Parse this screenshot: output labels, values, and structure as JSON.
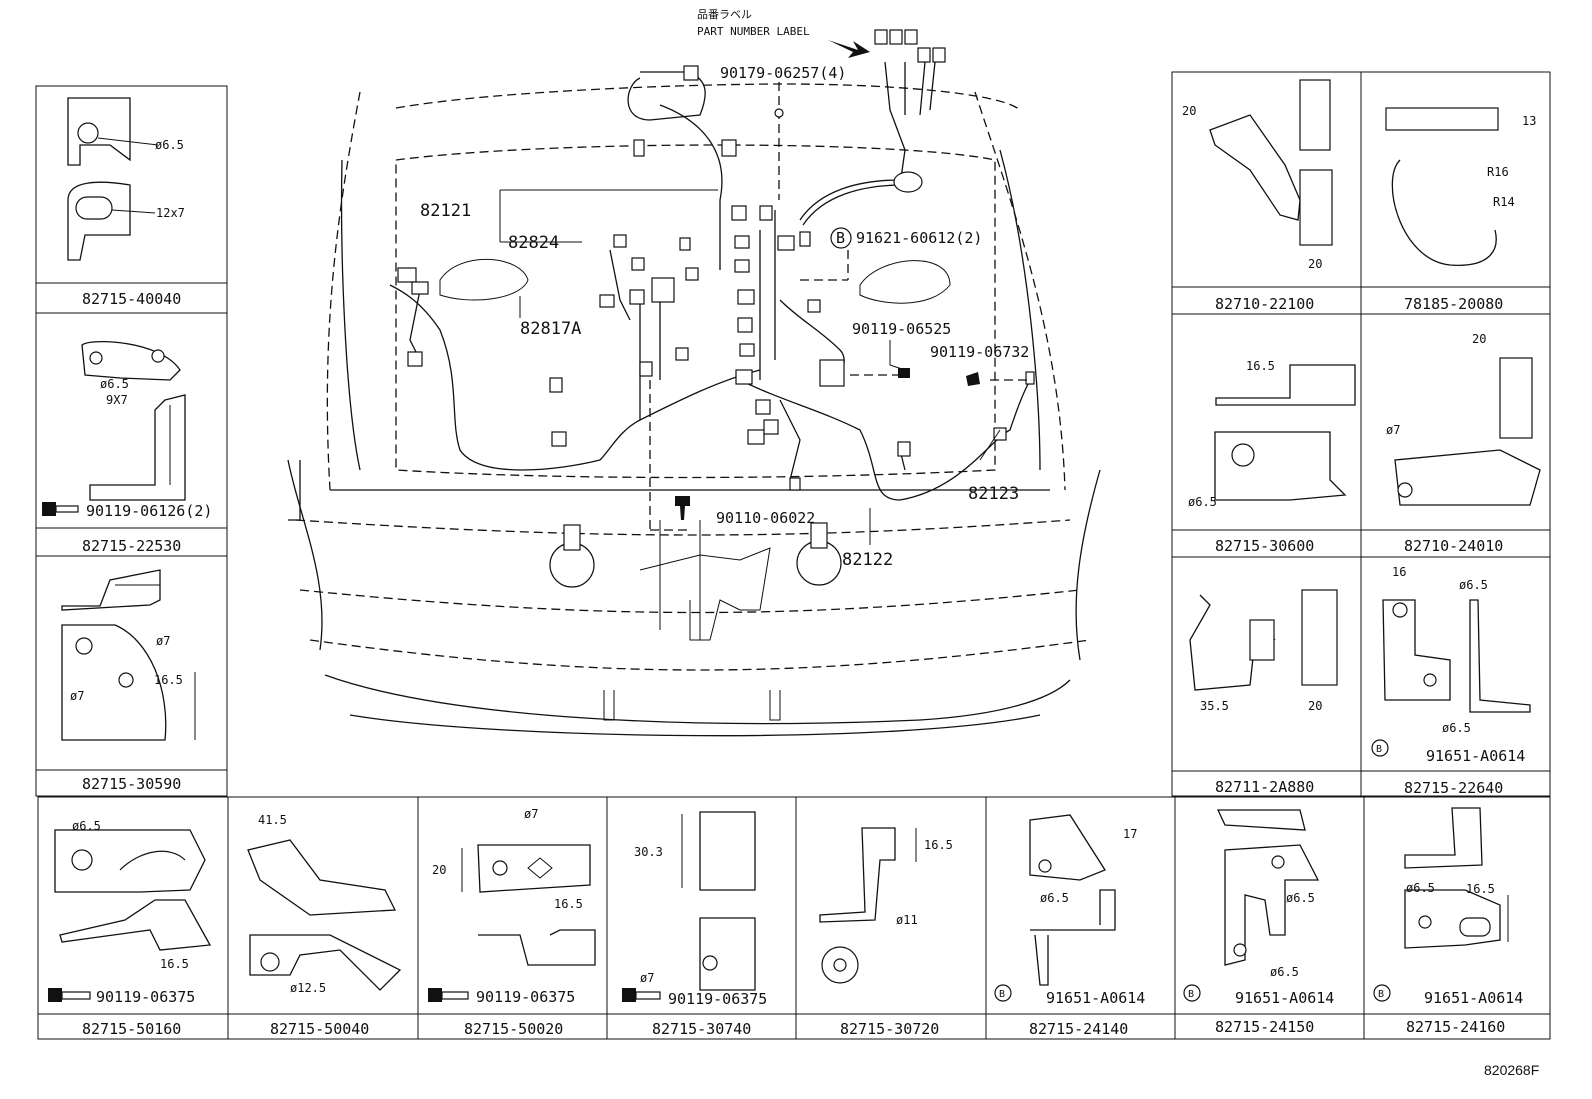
{
  "diagram": {
    "header": {
      "jp_label": "品番ラベル",
      "en_label": "PART NUMBER LABEL"
    },
    "center_callouts": {
      "c1": "90179-06257(4)",
      "c2": "82121",
      "c3": "82824",
      "c4": "91621-60612(2)",
      "c5": "82817A",
      "c6": "90119-06525",
      "c7": "90119-06732",
      "c8": "90110-06022",
      "c9": "82123",
      "c10": "82122",
      "ref_b": "B"
    },
    "left_panels": [
      {
        "part": "82715-40040",
        "dims": [
          "ø6.5",
          "12x7"
        ]
      },
      {
        "part": "82715-22530",
        "dims": [
          "ø6.5",
          "9X7"
        ],
        "bolt": "90119-06126(2)"
      },
      {
        "part": "82715-30590",
        "dims": [
          "ø7",
          "ø7",
          "16.5"
        ]
      }
    ],
    "right_panels": [
      {
        "part": "82710-22100",
        "dims": [
          "20",
          "20"
        ]
      },
      {
        "part": "78185-20080",
        "dims": [
          "13",
          "R16",
          "R14"
        ]
      },
      {
        "part": "82715-30600",
        "dims": [
          "16.5",
          "ø6.5"
        ]
      },
      {
        "part": "82710-24010",
        "dims": [
          "20",
          "ø7"
        ]
      },
      {
        "part": "82711-2A880",
        "dims": [
          "35.5",
          "20"
        ]
      },
      {
        "part": "82715-22640",
        "dims": [
          "16",
          "ø6.5",
          "ø6.5"
        ],
        "bolt": "91651-A0614",
        "ref": "B"
      }
    ],
    "bottom_panels": [
      {
        "part": "82715-50160",
        "dims": [
          "ø6.5",
          "16.5"
        ],
        "bolt": "90119-06375"
      },
      {
        "part": "82715-50040",
        "dims": [
          "41.5",
          "ø12.5"
        ]
      },
      {
        "part": "82715-50020",
        "dims": [
          "ø7",
          "20",
          "16.5"
        ],
        "bolt": "90119-06375"
      },
      {
        "part": "82715-30740",
        "dims": [
          "30.3",
          "ø7"
        ],
        "bolt": "90119-06375"
      },
      {
        "part": "82715-30720",
        "dims": [
          "16.5",
          "ø11"
        ]
      },
      {
        "part": "82715-24140",
        "dims": [
          "17",
          "ø6.5"
        ],
        "bolt": "91651-A0614",
        "ref": "B"
      },
      {
        "part": "82715-24150",
        "dims": [
          "ø6.5",
          "ø6.5"
        ],
        "bolt": "91651-A0614",
        "ref": "B"
      },
      {
        "part": "82715-24160",
        "dims": [
          "ø6.5",
          "16.5"
        ],
        "bolt": "91651-A0614",
        "ref": "B"
      }
    ],
    "drawing_code": "820268F"
  }
}
